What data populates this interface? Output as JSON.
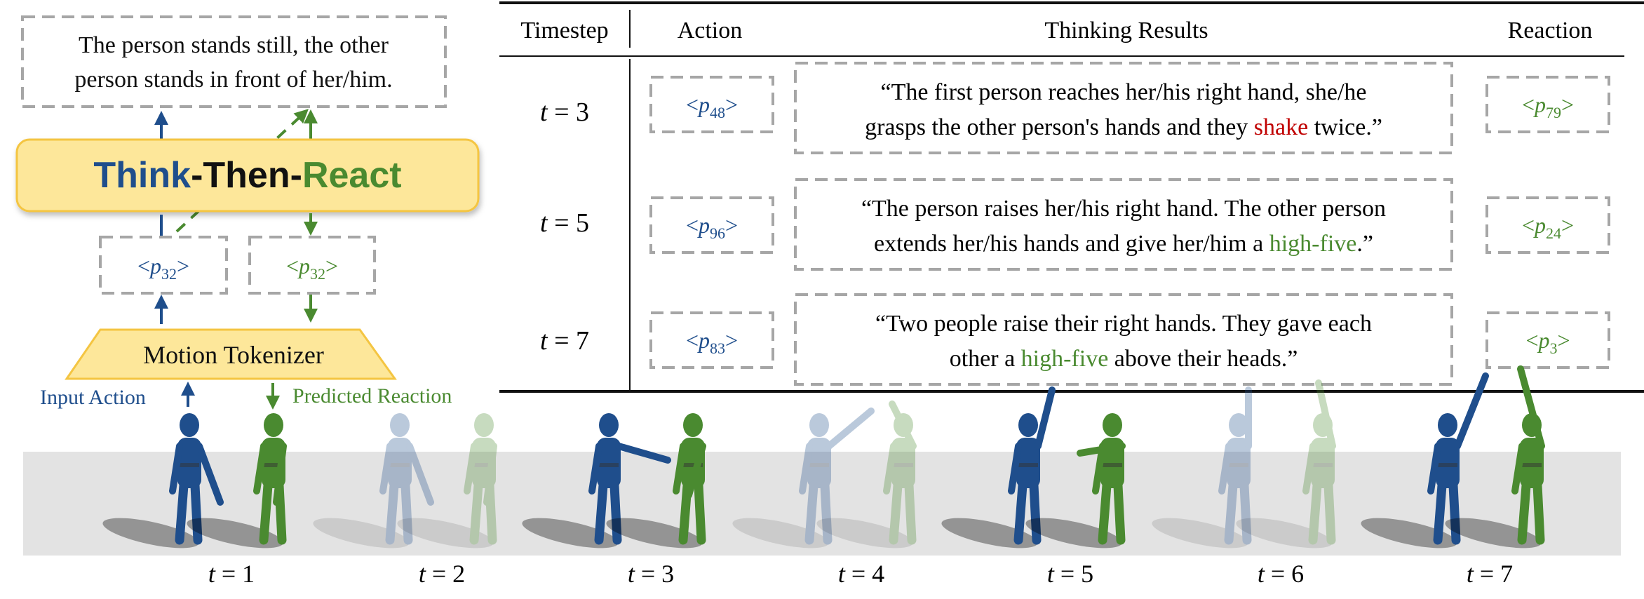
{
  "colors": {
    "blue": "#1f4e8c",
    "green": "#4a8a30",
    "red": "#c00000",
    "dash_gray": "#a6a6a6",
    "ttr_fill": "#fde79a",
    "ttr_border": "#f4c542",
    "ground": "#e3e3e3"
  },
  "left_panel": {
    "caption_line1": "The person stands still, the other",
    "caption_line2": "person stands in front of her/him.",
    "title_think": "Think",
    "title_dash1": "-",
    "title_then": "Then",
    "title_dash2": "-",
    "title_react": "React",
    "token_in_base": "p",
    "token_in_sub": "32",
    "token_out_base": "p",
    "token_out_sub": "32",
    "tokenizer_label": "Motion Tokenizer",
    "input_label": "Input Action",
    "output_label": "Predicted Reaction"
  },
  "table": {
    "headers": [
      "Timestep",
      "Action",
      "Thinking Results",
      "Reaction"
    ],
    "rows": [
      {
        "t_var": "t",
        "t_eq": "=",
        "t_val": "3",
        "action_sub": "48",
        "reaction_sub": "79",
        "line1": "“The first person reaches her/his right hand, she/he",
        "line2_pre": "grasps the other person's hands and they ",
        "line2_hl": "shake",
        "line2_post": " twice.”"
      },
      {
        "t_var": "t",
        "t_eq": "=",
        "t_val": "5",
        "action_sub": "96",
        "reaction_sub": "24",
        "line1": "“The person raises her/his right hand. The other person",
        "line2_pre": "extends her/his hands and give her/him a ",
        "line2_hl": "high-five",
        "line2_post": ".”"
      },
      {
        "t_var": "t",
        "t_eq": "=",
        "t_val": "7",
        "action_sub": "83",
        "reaction_sub": "3",
        "line1": "“Two people raise their right hands. They gave each",
        "line2_pre": "other a ",
        "line2_hl": "high-five",
        "line2_post": " above their heads.”"
      }
    ]
  },
  "timeline": {
    "var": "t",
    "eq": "=",
    "frames": [
      "1",
      "2",
      "3",
      "4",
      "5",
      "6",
      "7"
    ]
  }
}
